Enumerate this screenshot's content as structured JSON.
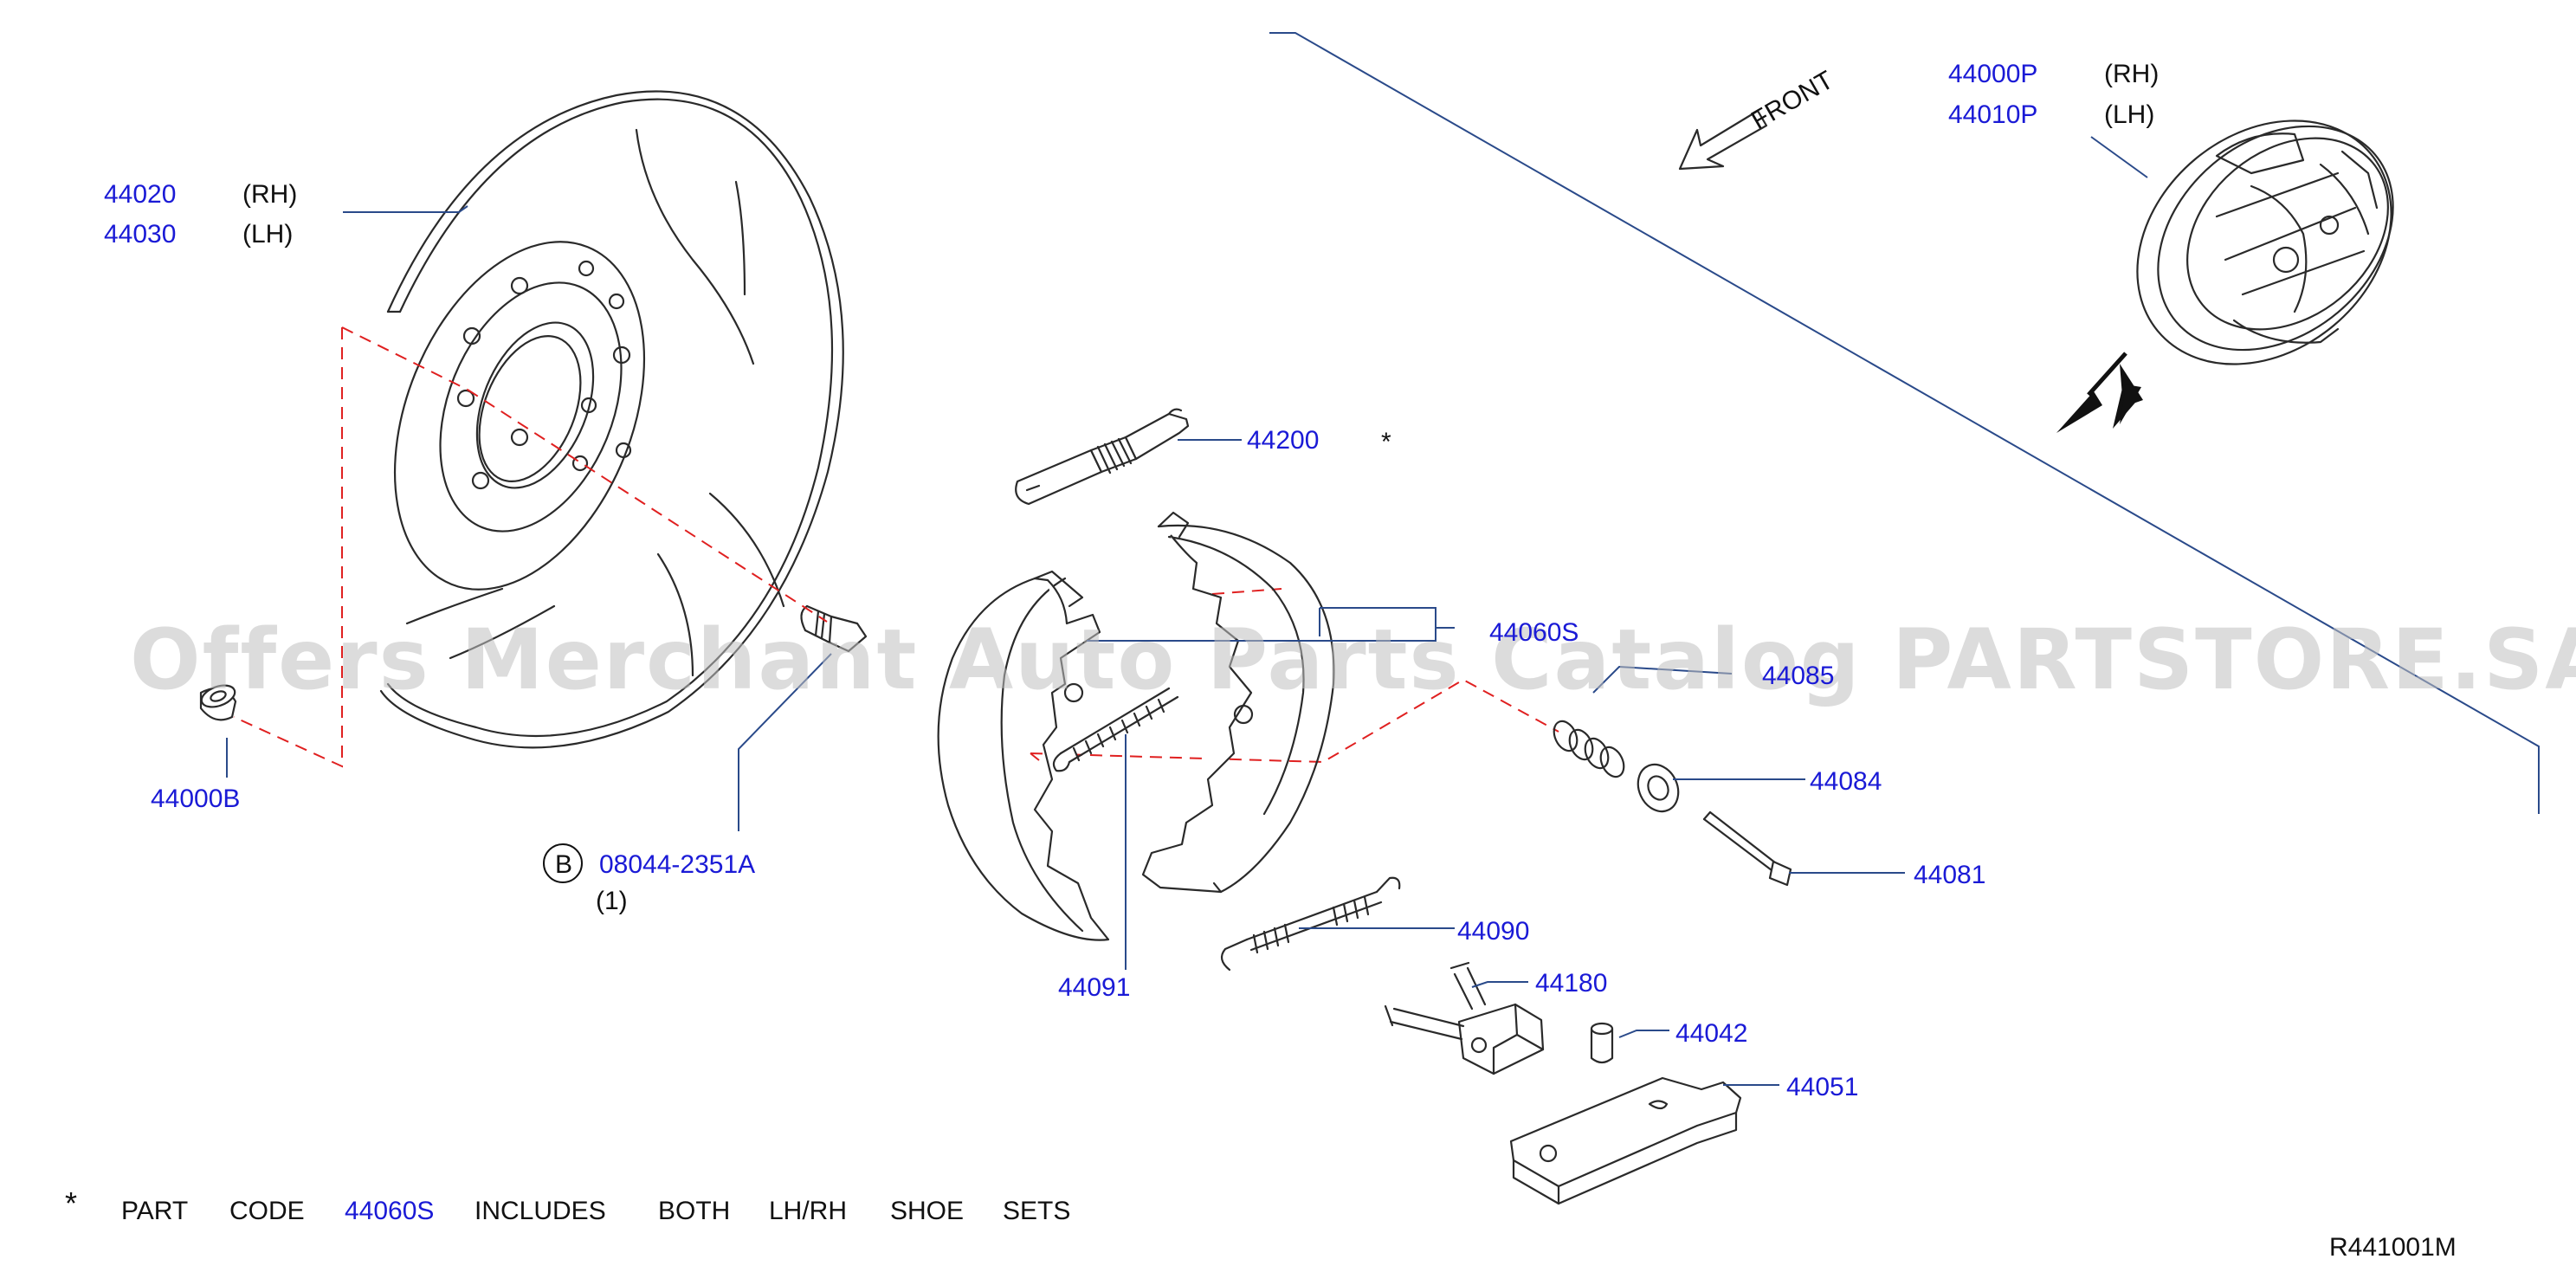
{
  "diagram": {
    "watermark": "Offers Merchant Auto Parts Catalog PARTSTORE.SA",
    "front_label": "FRONT",
    "asterisk": "*",
    "bolt_circle_letter": "B",
    "parts": {
      "backing_plate_rh": "44020",
      "backing_plate_rh_side": "(RH)",
      "backing_plate_lh": "44030",
      "backing_plate_lh_side": "(LH)",
      "plug": "44000B",
      "bolt": "08044-2351A",
      "bolt_qty": "(1)",
      "adjuster": "44200",
      "shoe_set": "44060S",
      "spring_cup_spring": "44085",
      "retainer_cup": "44084",
      "hold_down_pin": "44081",
      "lower_spring": "44090",
      "upper_spring": "44091",
      "toggle_lever": "44180",
      "stopper": "44042",
      "lever_assembly": "44051",
      "brake_assembly_rh": "44000P",
      "brake_assembly_rh_side": "(RH)",
      "brake_assembly_lh": "44010P",
      "brake_assembly_lh_side": "(LH)"
    },
    "footnote": {
      "star": "*",
      "part": "PART",
      "code": "CODE",
      "part_code": "44060S",
      "includes": "INCLUDES",
      "both": "BOTH",
      "sides": "LH/RH",
      "shoe": "SHOE",
      "sets": "SETS"
    },
    "drawing_code": "R441001M"
  },
  "colors": {
    "part_number": "#1a1ad6",
    "text": "#111111",
    "leader": "#2a4a8a",
    "center_line": "#e02020",
    "watermark": "#bfbfbf"
  }
}
